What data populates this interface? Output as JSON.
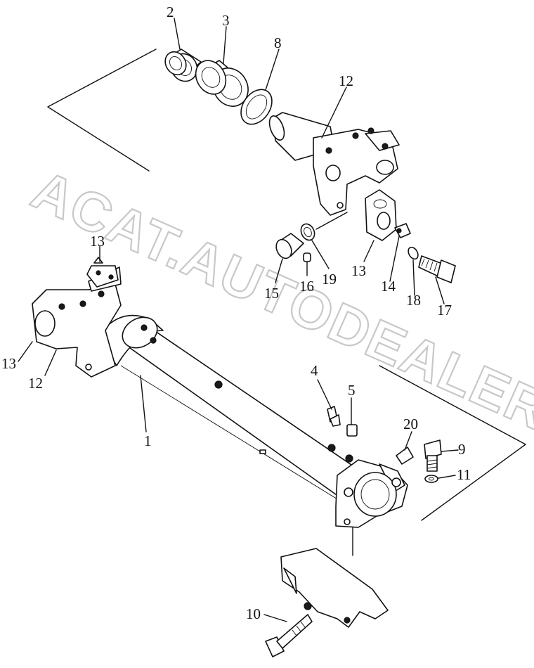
{
  "watermark": "ACAT.AUTODEALER.RU",
  "callouts": {
    "p1": "1",
    "p2": "2",
    "p3": "3",
    "p4": "4",
    "p5": "5",
    "p8": "8",
    "p9": "9",
    "p10": "10",
    "p11": "11",
    "p12_top": "12",
    "p12_left": "12",
    "p13_top": "13",
    "p13_left": "13",
    "p13_cap": "13",
    "p14": "14",
    "p15": "15",
    "p16": "16",
    "p17": "17",
    "p18": "18",
    "p19": "19",
    "p20": "20"
  }
}
